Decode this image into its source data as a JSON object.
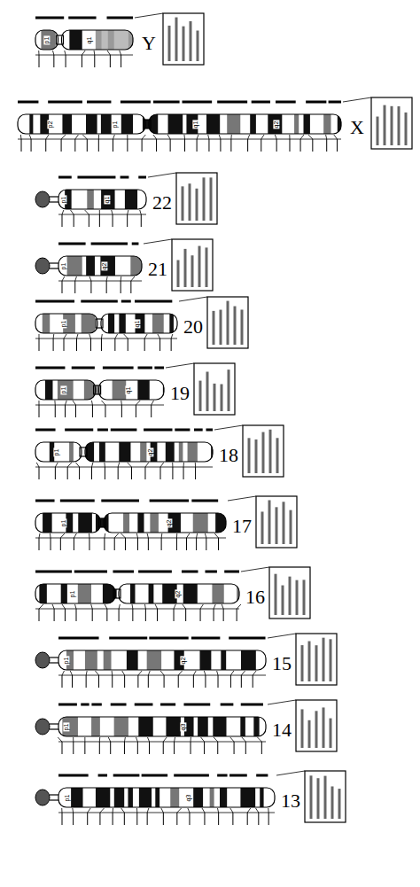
{
  "diagram": {
    "labels": [
      "Y",
      "p1",
      "q1",
      "X",
      "p2",
      "p1",
      "q1",
      "q2",
      "22",
      "p1",
      "q1",
      "21",
      "p1",
      "q2",
      "20",
      "p1",
      "q1",
      "19",
      "p1",
      "q1",
      "18",
      "p1",
      "q2",
      "17",
      "p1",
      "q2",
      "16",
      "p1",
      "q2",
      "15",
      "p1",
      "q2",
      "14",
      "p1",
      "q3",
      "13",
      "p1",
      "q3"
    ]
  }
}
